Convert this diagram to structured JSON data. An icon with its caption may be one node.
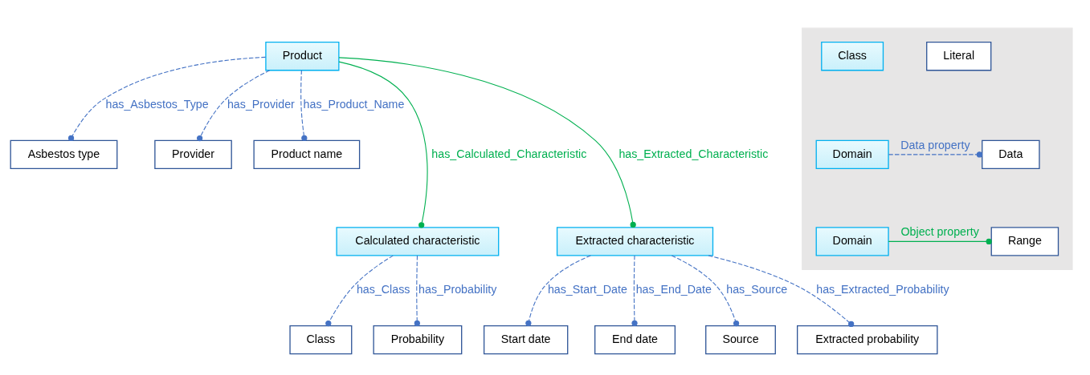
{
  "diagram": {
    "nodes": [
      {
        "text": [
          "Product"
        ]
      },
      {
        "text": [
          "Asbestos type"
        ]
      },
      {
        "text": [
          "Provider"
        ]
      },
      {
        "text": [
          "Product name"
        ]
      },
      {
        "text": [
          "Calculated characteristic"
        ]
      },
      {
        "text": [
          "Extracted characteristic"
        ]
      },
      {
        "text": [
          "Class"
        ]
      },
      {
        "text": [
          "Probability"
        ]
      },
      {
        "text": [
          "Start date"
        ]
      },
      {
        "text": [
          "End date"
        ]
      },
      {
        "text": [
          "Source"
        ]
      },
      {
        "text": [
          "Extracted probability"
        ]
      },
      {
        "text": [],
        "shape": "box"
      },
      {
        "text": [
          "Class"
        ],
        "in": 12
      },
      {
        "text": [
          "Literal"
        ],
        "in": 12
      },
      {
        "text": [
          "Domain"
        ],
        "in": 12
      },
      {
        "text": [
          "Data"
        ],
        "in": 12
      },
      {
        "text": [
          "Domain"
        ],
        "in": 12
      },
      {
        "text": [
          "Range"
        ],
        "in": 12
      }
    ],
    "edges": [
      {
        "from": 0,
        "to": 1,
        "arrow": "other",
        "label": "has_Asbestos_Type",
        "style": "dashed"
      },
      {
        "from": 0,
        "to": 2,
        "arrow": "other",
        "label": "has_Provider",
        "style": "dashed"
      },
      {
        "from": 0,
        "to": 3,
        "arrow": "other",
        "label": "has_Product_Name",
        "style": "dashed"
      },
      {
        "from": 0,
        "to": 4,
        "arrow": "other",
        "label": "has_Calculated_Characteristic",
        "color": "#00b050"
      },
      {
        "from": 0,
        "to": 5,
        "arrow": "other",
        "label": "has_Extracted_Characteristic",
        "color": "#00b050"
      },
      {
        "from": 4,
        "to": 6,
        "arrow": "other",
        "label": "has_Class",
        "style": "dashed"
      },
      {
        "from": 4,
        "to": 7,
        "arrow": "other",
        "label": "has_Probability",
        "style": "dashed"
      },
      {
        "from": 5,
        "to": 8,
        "arrow": "other",
        "label": "has_Start_Date",
        "style": "dashed"
      },
      {
        "from": 5,
        "to": 9,
        "arrow": "other",
        "label": "has_End_Date",
        "style": "dashed"
      },
      {
        "from": 5,
        "to": 10,
        "arrow": "other",
        "label": "has_Source",
        "style": "dashed"
      },
      {
        "from": 5,
        "to": 11,
        "arrow": "other",
        "label": "has_Extracted_Probability",
        "style": "dashed"
      },
      {
        "from": 15,
        "to": 16,
        "arrow": "other",
        "label": "Data property",
        "style": "dashed"
      },
      {
        "from": 17,
        "to": 18,
        "arrow": "other",
        "label": "Object property",
        "color": "#00b050"
      }
    ]
  }
}
